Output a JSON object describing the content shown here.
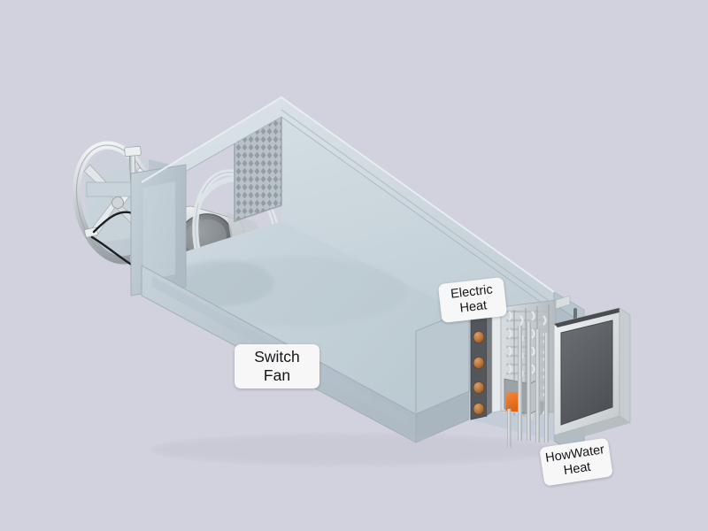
{
  "figure": {
    "kind": "hvac-air-handling-unit-cutaway",
    "background_color": "#d2d2de",
    "projection": "isometric-cutaway"
  },
  "callouts": [
    {
      "id": "switch-fan",
      "text": "Switch\nFan",
      "line1": "Switch",
      "line2": "Fan",
      "rotation_deg": 0,
      "background": "#f7f7f8",
      "text_color": "#15161a"
    },
    {
      "id": "electric-heat",
      "text": "Electric\nHeat",
      "line1": "Electric",
      "line2": "Heat",
      "rotation_deg": -6.5,
      "background": "#f7f7f8",
      "text_color": "#15161a"
    },
    {
      "id": "hotwater-heat",
      "text": "HowWater\nHeat",
      "line1": "HowWater",
      "line2": "Heat",
      "rotation_deg": -8.5,
      "background": "#f7f7f8",
      "text_color": "#15161a"
    }
  ],
  "palette": {
    "background": "#d2d2de",
    "casing_light": "#d3dce1",
    "casing_mid": "#c2cdd4",
    "casing_dark": "#aebac3",
    "casing_edge": "#9aa8b2",
    "interior_floor": "#c7d3d9",
    "interior_back": "#ccd7dd",
    "metal_light": "#e6eaec",
    "metal_mid": "#bcc4c8",
    "metal_dark": "#8d979d",
    "motor_body": "#c9ced1",
    "motor_cap": "#6e7276",
    "switch_orange": "#e8701f",
    "switch_plate": "#f2f2f2",
    "terminal_copper": "#b5743e",
    "terminal_strip": "#53565b",
    "coil_tube": "#cfd4d7",
    "coil_shadow": "#9aa2a8",
    "filter_panel": "#5c6064",
    "filter_frame": "#e4e7e9",
    "pipe": "#b9c0c4",
    "cable_black": "#1b1d20",
    "mesh_line": "#8e969c"
  },
  "components": [
    {
      "name": "axial-fan-blades",
      "label_ref": "switch-fan"
    },
    {
      "name": "fan-cowl-ring",
      "label_ref": "switch-fan"
    },
    {
      "name": "fan-motor",
      "label_ref": "switch-fan"
    },
    {
      "name": "fan-switch-box",
      "label_ref": "switch-fan"
    },
    {
      "name": "mesh-grille-panel",
      "label_ref": null
    },
    {
      "name": "duct-casing",
      "label_ref": null
    },
    {
      "name": "electric-heat-terminal-strip",
      "label_ref": "electric-heat"
    },
    {
      "name": "hot-water-coil",
      "label_ref": "hotwater-heat"
    },
    {
      "name": "coil-junction-box",
      "label_ref": "hotwater-heat"
    },
    {
      "name": "coil-pipes",
      "label_ref": "hotwater-heat"
    },
    {
      "name": "filter-panel",
      "label_ref": null
    }
  ]
}
